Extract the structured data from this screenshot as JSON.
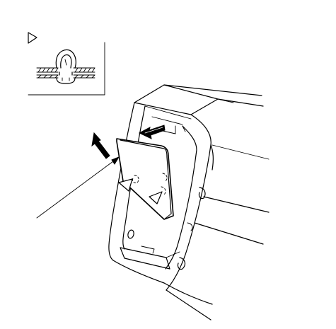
{
  "diagram": {
    "kind": "technical-line-illustration",
    "colors": {
      "line": "#000000",
      "background": "#ffffff"
    },
    "elements": [
      "detail-inset",
      "view-indicator-triangle",
      "clip-cross-section",
      "pillar-trim-assembly",
      "removed-trim-panel",
      "removal-direction-arrow",
      "pull-direction-arrow",
      "clip-location-triangle-upper",
      "clip-location-triangle-lower",
      "leader-line"
    ]
  }
}
